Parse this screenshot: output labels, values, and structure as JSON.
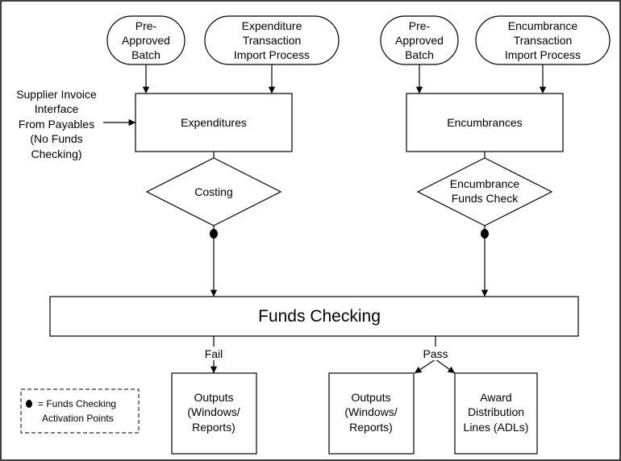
{
  "nodes": {
    "preapproved_left": {
      "lines": [
        "Pre-",
        "Approved",
        "Batch"
      ]
    },
    "exp_import": {
      "lines": [
        "Expenditure",
        "Transaction",
        "Import Process"
      ]
    },
    "preapproved_right": {
      "lines": [
        "Pre-",
        "Approved",
        "Batch"
      ]
    },
    "enc_import": {
      "lines": [
        "Encumbrance",
        "Transaction",
        "Import Process"
      ]
    },
    "supplier": {
      "lines": [
        "Supplier Invoice",
        "Interface",
        "From Payables",
        "(No Funds",
        "Checking)"
      ]
    },
    "expenditures": {
      "label": "Expenditures"
    },
    "encumbrances": {
      "label": "Encumbrances"
    },
    "costing": {
      "label": "Costing"
    },
    "enc_funds_check": {
      "lines": [
        "Encumbrance",
        "Funds Check"
      ]
    },
    "funds_checking": {
      "label": "Funds Checking"
    },
    "fail_label": {
      "label": "Fail"
    },
    "pass_label": {
      "label": "Pass"
    },
    "outputs_left": {
      "lines": [
        "Outputs",
        "(Windows/",
        "Reports)"
      ]
    },
    "outputs_right": {
      "lines": [
        "Outputs",
        "(Windows/",
        "Reports)"
      ]
    },
    "adls": {
      "lines": [
        "Award",
        "Distribution",
        "Lines (ADLs)"
      ]
    }
  },
  "legend": {
    "lines": [
      "= Funds Checking",
      "Activation Points"
    ]
  }
}
